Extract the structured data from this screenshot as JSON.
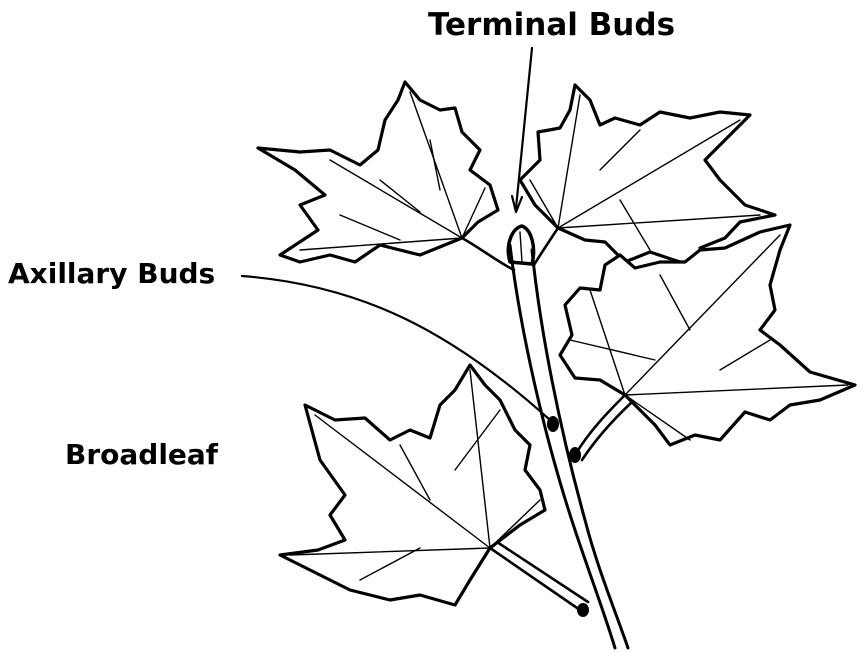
{
  "labels": {
    "terminal_buds": "Terminal Buds",
    "axillary_buds": "Axillary Buds",
    "broadleaf": "Broadleaf"
  },
  "colors": {
    "ink": "#000000",
    "background": "#ffffff"
  }
}
